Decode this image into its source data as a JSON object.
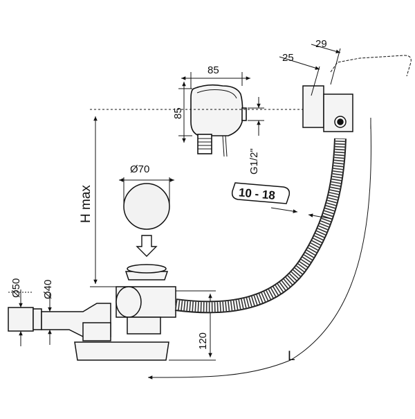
{
  "labels": {
    "width_85": "85",
    "height_85": "85",
    "thread": "G1/2\"",
    "dim_25": "25",
    "dim_29": "29",
    "h_max": "H max",
    "dia_70": "Ø70",
    "range_badge": "10 - 18",
    "dia_50": "Ø50",
    "dia_40": "Ø40",
    "dim_120": "120",
    "length_L": "L"
  }
}
